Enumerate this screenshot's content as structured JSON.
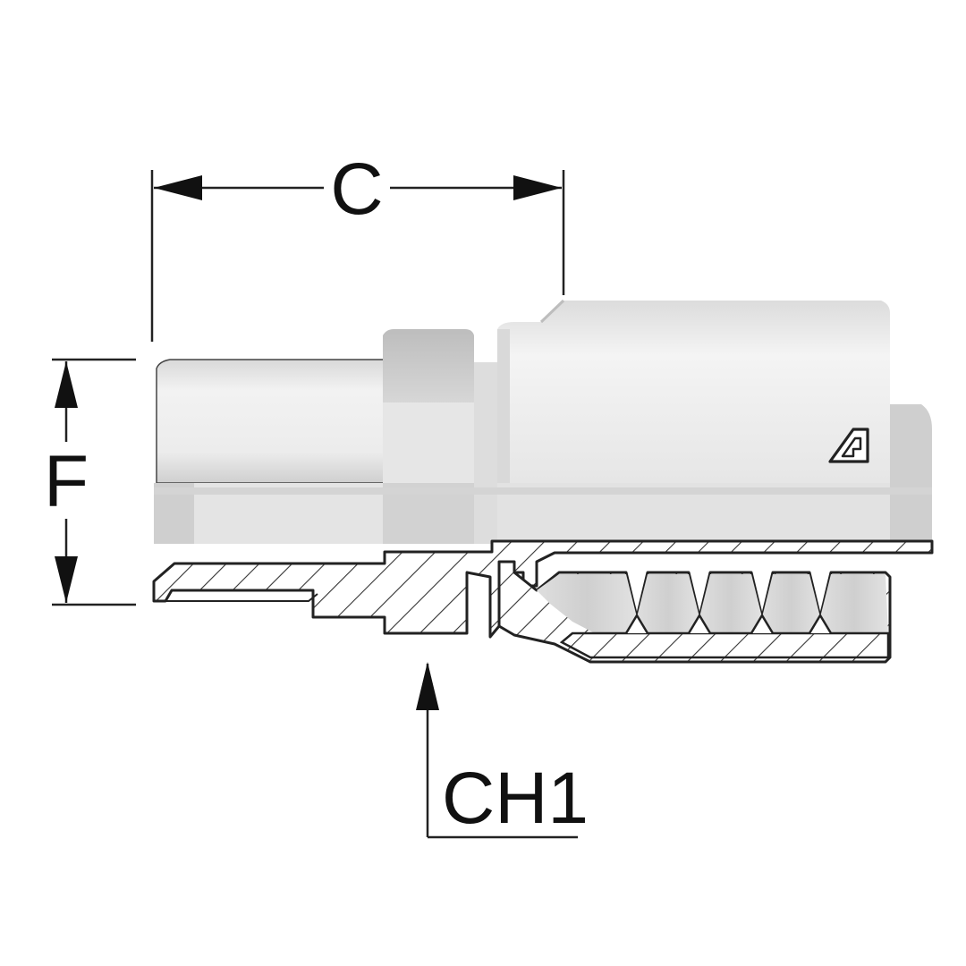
{
  "diagram": {
    "kind": "hydraulic hose fitting technical drawing",
    "dimensions": [
      {
        "id": "C",
        "label": "C",
        "orientation": "horizontal"
      },
      {
        "id": "F",
        "label": "F",
        "orientation": "vertical"
      },
      {
        "id": "CH1",
        "label": "CH1",
        "orientation": "vertical-arrow"
      }
    ],
    "colors": {
      "line": "#222222",
      "body_light": "#efefef",
      "body_mid": "#d6d6d6",
      "body_dark": "#b9b9b9",
      "hatch": "#333333",
      "section_fill": "#ffffff",
      "background": "#ffffff"
    },
    "logo_icon": "manufacturer-triangle-logo"
  }
}
